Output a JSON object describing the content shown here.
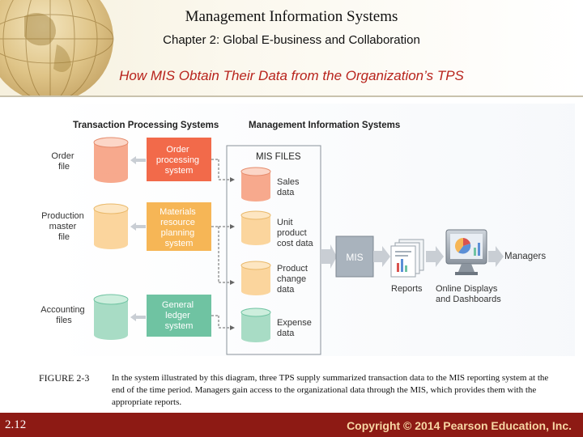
{
  "header": {
    "deck_title": "Management Information Systems",
    "deck_subtitle": "Chapter 2: Global E-business and Collaboration",
    "slide_title": "How MIS Obtain Their Data from the Organization’s TPS"
  },
  "diagram": {
    "section_tps": "Transaction Processing Systems",
    "section_mis": "Management Information Systems",
    "tps_rows": [
      {
        "file_line1": "Order",
        "file_line2": "file",
        "file_line3": "",
        "system_line1": "Order",
        "system_line2": "processing",
        "system_line3": "system",
        "system_line4": "",
        "file_color": "#f7a98d",
        "system_color": "#f26a4a"
      },
      {
        "file_line1": "Production",
        "file_line2": "master",
        "file_line3": "file",
        "system_line1": "Materials",
        "system_line2": "resource",
        "system_line3": "planning",
        "system_line4": "system",
        "file_color": "#fbd59d",
        "system_color": "#f6b656"
      },
      {
        "file_line1": "Accounting",
        "file_line2": "files",
        "file_line3": "",
        "system_line1": "General",
        "system_line2": "ledger",
        "system_line3": "system",
        "system_line4": "",
        "file_color": "#a8dcc5",
        "system_color": "#6fc3a2"
      }
    ],
    "mis_files_label": "MIS FILES",
    "mis_files": [
      {
        "line1": "Sales",
        "line2": "data",
        "line3": "",
        "color": "#f7a98d"
      },
      {
        "line1": "Unit",
        "line2": "product",
        "line3": "cost data",
        "color": "#fbd59d"
      },
      {
        "line1": "Product",
        "line2": "change",
        "line3": "data",
        "color": "#fbd59d"
      },
      {
        "line1": "Expense",
        "line2": "data",
        "line3": "",
        "color": "#a8dcc5"
      }
    ],
    "mis_box_label": "MIS",
    "reports_label": "Reports",
    "displays_line1": "Online Displays",
    "displays_line2": "and Dashboards",
    "managers_label": "Managers",
    "colors": {
      "mis_box": "#a9b3bd",
      "arrow": "#c9ced4",
      "frame": "#8a929a"
    }
  },
  "caption": {
    "label": "FIGURE 2-3",
    "text": "In the system illustrated by this diagram, three TPS supply summarized transaction data to the MIS reporting system at the end of the time period. Managers gain access to the organizational data through the MIS, which provides them with the appropriate reports."
  },
  "footer": {
    "page_number": "2.12",
    "copyright": "Copyright © 2014 Pearson Education, Inc.",
    "color": "#8d1a14"
  }
}
